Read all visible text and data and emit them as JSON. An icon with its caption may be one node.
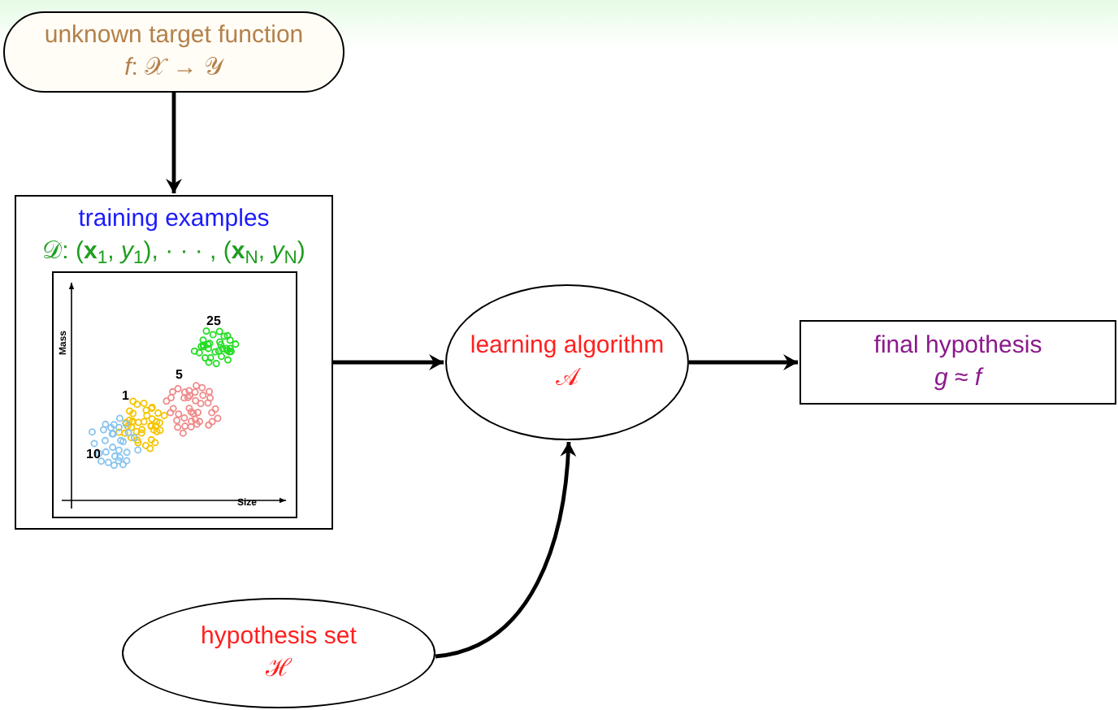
{
  "diagram": {
    "nodes": [
      {
        "text": [
          "unknown target function",
          "*f*: 𝒳 → 𝒴"
        ]
      },
      {
        "text": [
          "training examples",
          "𝒟: (**x**$_{1}$, *y*$_{1}$), · · · , (**x**$_{N}$, *y*$_{N}$)"
        ]
      },
      {
        "text": [
          "learning algorithm",
          "𝒜"
        ]
      },
      {
        "text": [
          "final hypothesis",
          "*g* ≈ *f*"
        ]
      },
      {
        "text": [
          "hypothesis set",
          "ℋ"
        ]
      }
    ],
    "edges": [
      {
        "from": 0,
        "to": 1,
        "arrow": "to"
      },
      {
        "from": 1,
        "to": 2,
        "arrow": "to"
      },
      {
        "from": 2,
        "to": 3,
        "arrow": "to"
      },
      {
        "from": 4,
        "to": 2,
        "arrow": "to"
      }
    ],
    "labels": [
      "Mass",
      "25",
      "5",
      "1",
      "10",
      "Size"
    ]
  }
}
